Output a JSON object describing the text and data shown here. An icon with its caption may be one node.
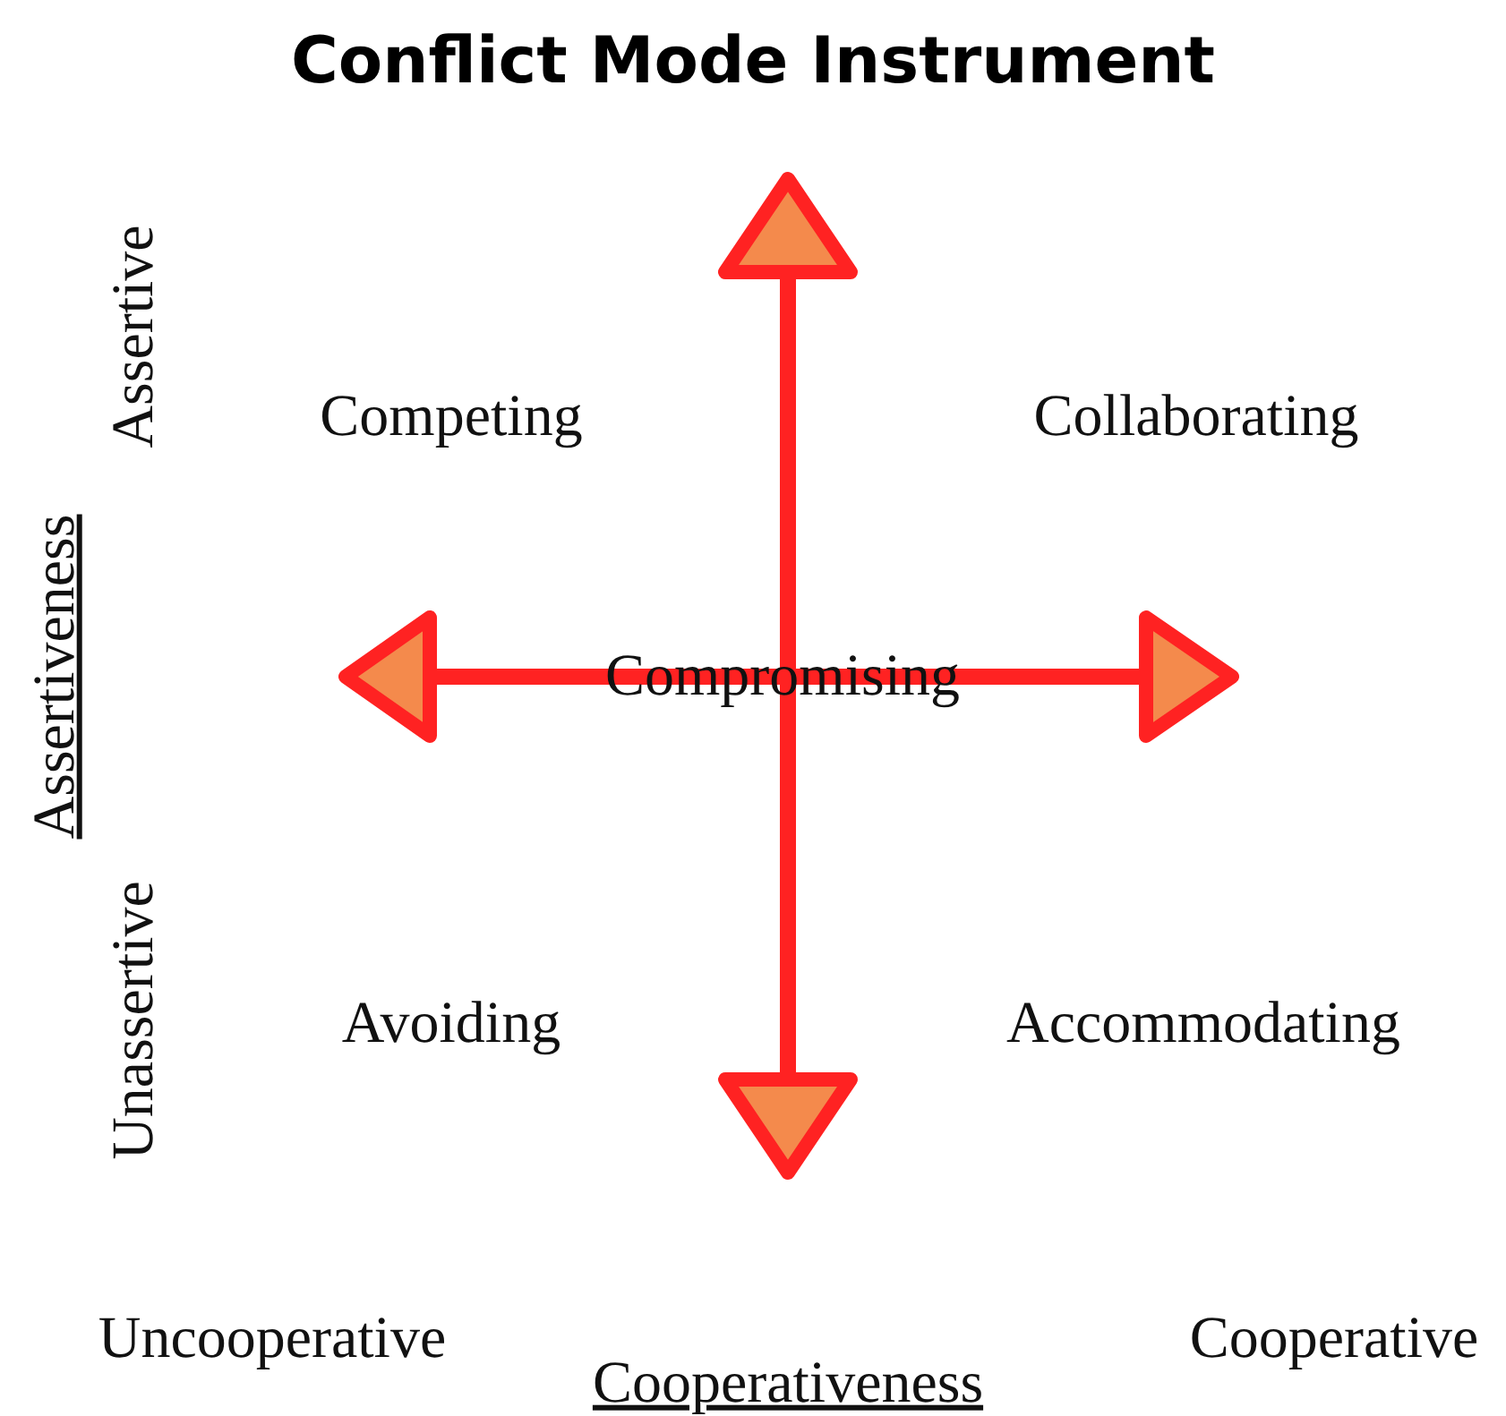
{
  "diagram": {
    "title": "Conflict Mode Instrument",
    "labels": [
      "Assertive",
      "Competing",
      "Collaborating",
      "Assertiveness",
      "Compromising",
      "Unassertive",
      "Avoiding",
      "Accommodating",
      "Uncooperative",
      "Cooperative",
      "Cooperativeness"
    ]
  }
}
